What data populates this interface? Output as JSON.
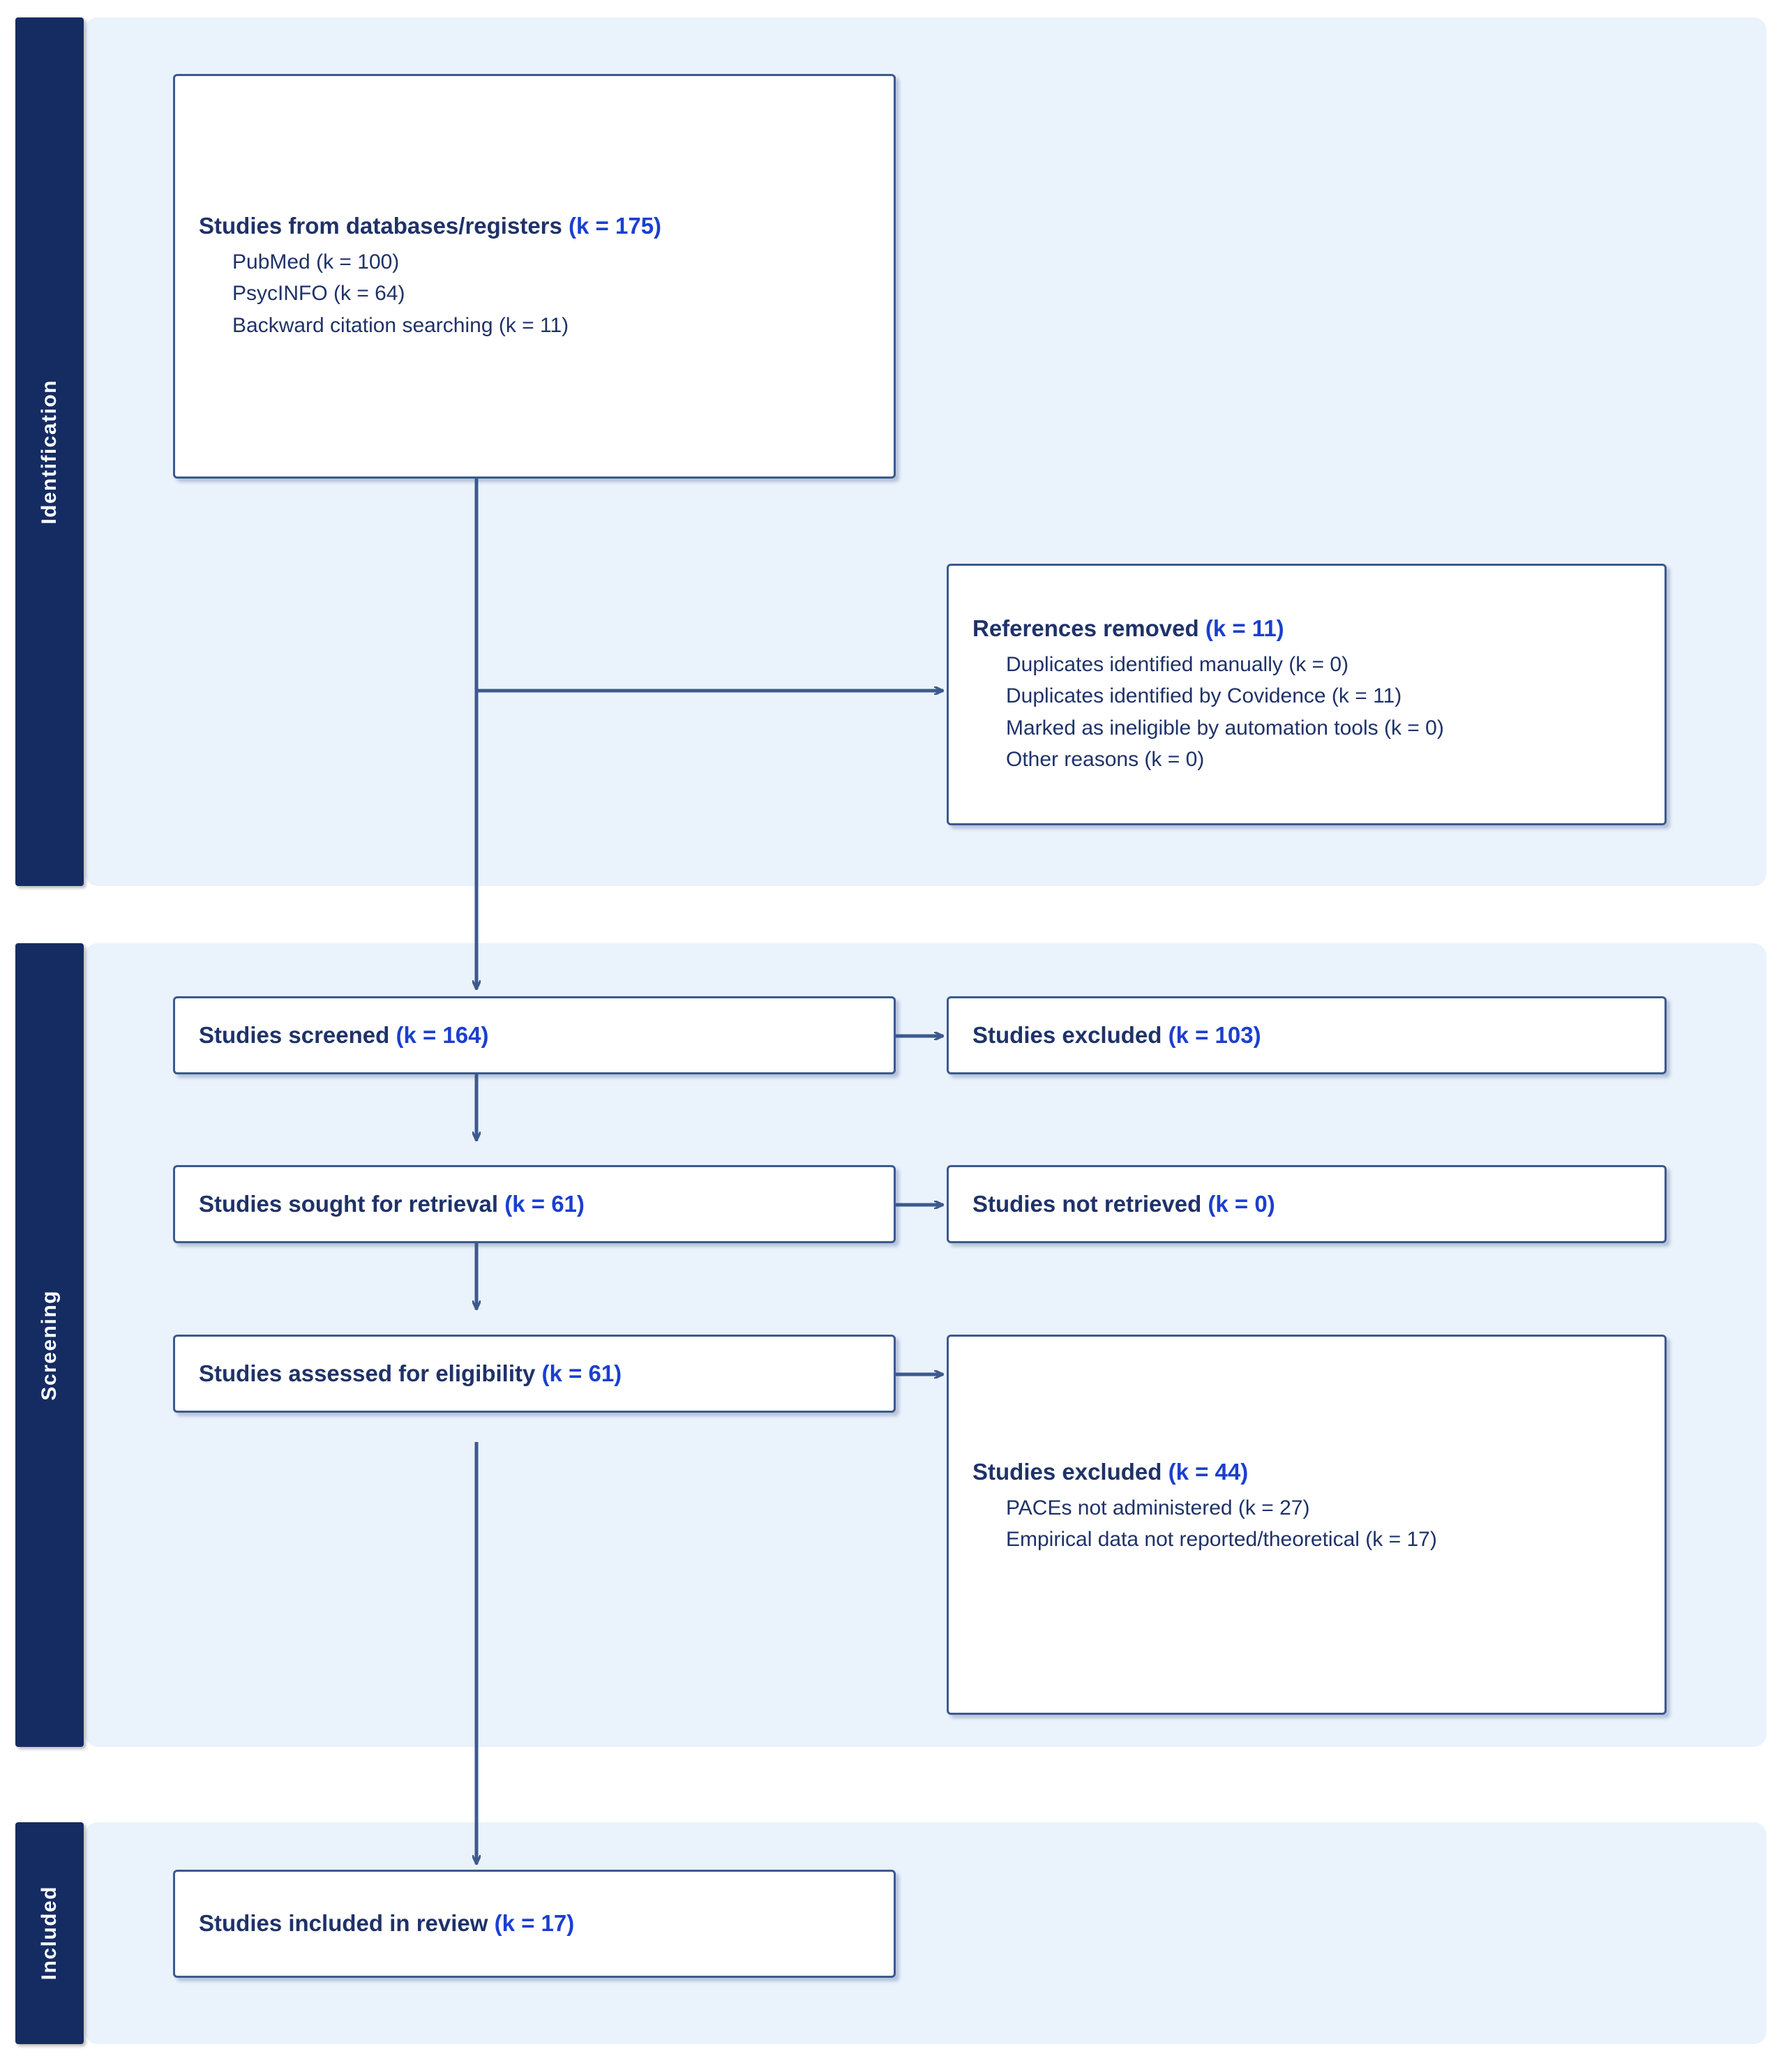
{
  "diagram": {
    "type": "prisma-flow-diagram",
    "colors": {
      "stage_bar": "#152C63",
      "stage_panel": "#EAF2FC",
      "box_border": "#3C5A8C",
      "title_text": "#1F3268",
      "count_text": "#1B3FD0",
      "connector": "#3C5A8C"
    }
  },
  "stages": [
    {
      "id": "identification",
      "label": "Identification"
    },
    {
      "id": "screening",
      "label": "Screening"
    },
    {
      "id": "included",
      "label": "Included"
    }
  ],
  "boxes": {
    "databases": {
      "title": "Studies from databases/registers ",
      "count": "(k = 175)",
      "items": [
        "PubMed (k = 100)",
        "PsycINFO (k = 64)",
        "Backward citation searching (k = 11)"
      ]
    },
    "references_removed": {
      "title": "References removed ",
      "count": "(k = 11)",
      "items": [
        "Duplicates identified manually (k = 0)",
        "Duplicates identified by Covidence (k = 11)",
        "Marked as ineligible by automation tools (k = 0)",
        "Other reasons (k = 0)"
      ]
    },
    "studies_screened": {
      "title": "Studies screened ",
      "count": "(k = 164)"
    },
    "studies_excluded_screening": {
      "title": "Studies excluded ",
      "count": "(k = 103)"
    },
    "sought_retrieval": {
      "title": "Studies sought for retrieval ",
      "count": "(k = 61)"
    },
    "not_retrieved": {
      "title": "Studies not retrieved ",
      "count": "(k = 0)"
    },
    "assessed_eligibility": {
      "title": "Studies assessed for eligibility ",
      "count": "(k = 61)"
    },
    "studies_excluded_eligibility": {
      "title": "Studies excluded ",
      "count": "(k = 44)",
      "items": [
        "PACEs not administered (k = 27)",
        "Empirical data not reported/theoretical (k = 17)"
      ]
    },
    "included_in_review": {
      "title": "Studies included in review ",
      "count": "(k = 17)"
    }
  }
}
